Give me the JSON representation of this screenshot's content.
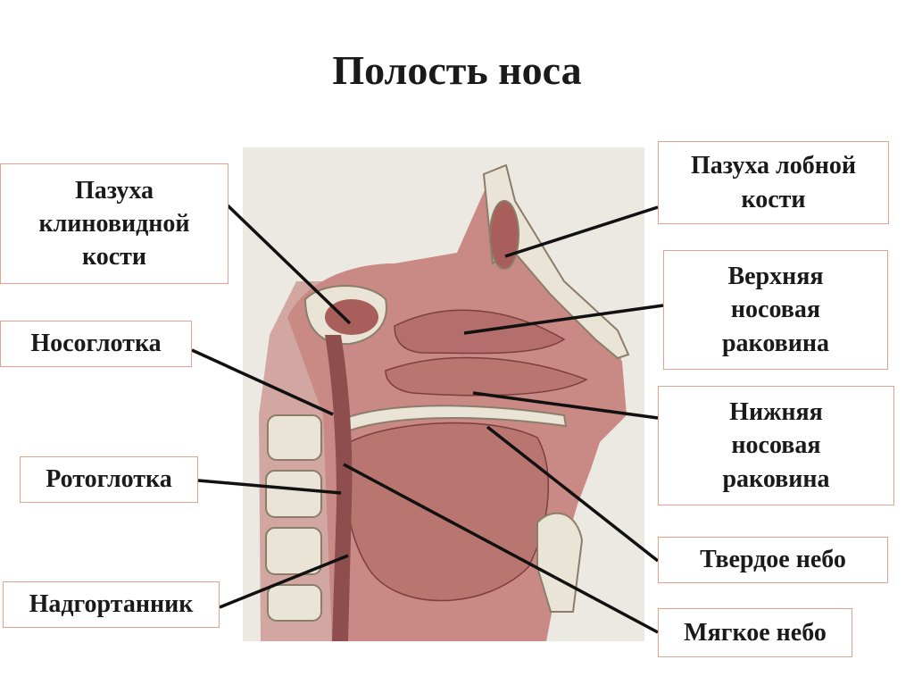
{
  "title": "Полость носа",
  "labels": {
    "sphenoid_sinus": "Пазуха\nклиновидной\nкости",
    "nasopharynx": "Носоглотка",
    "oropharynx": "Ротоглотка",
    "epiglottis": "Надгортанник",
    "frontal_sinus": "Пазуха лобной\nкости",
    "superior_concha": "Верхняя\nносовая\nраковина",
    "inferior_concha": "Нижняя\nносовая\nраковина",
    "hard_palate": "Твердое небо",
    "soft_palate": "Мягкое небо"
  },
  "colors": {
    "label_border": "#e2a38c",
    "mucosa": "#c98a86",
    "mucosa_dark": "#8f4e4e",
    "bone": "#e9e4d6",
    "background_panel": "#ece9e2",
    "leader_line": "#111111"
  }
}
